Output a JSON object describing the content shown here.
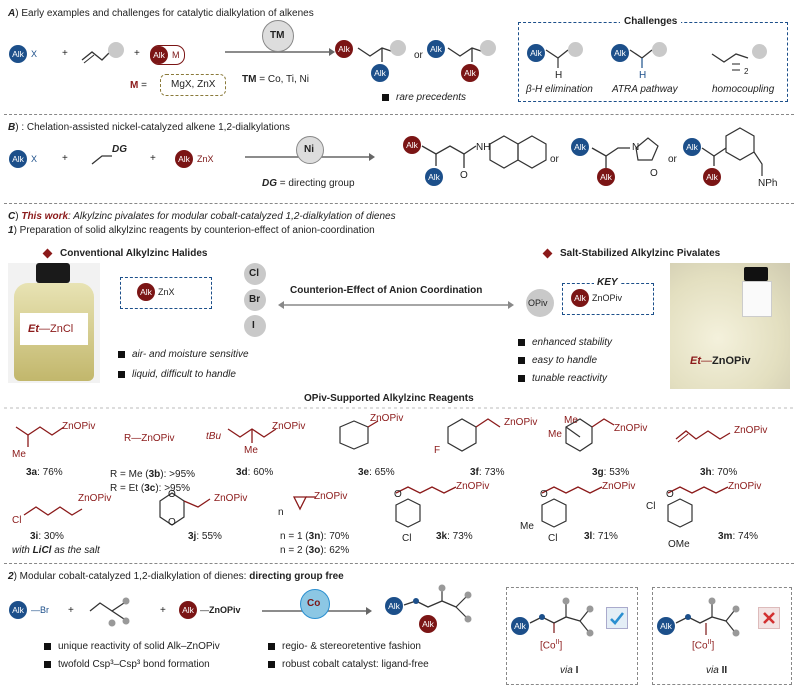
{
  "panelA": {
    "tag": "A",
    "title": ") Early examples and challenges for catalytic dialkylation of alkenes",
    "alk": "Alk",
    "x": "X",
    "m": "M",
    "plus": "+",
    "m_def_prefix": "M",
    "m_def_eq": "=",
    "m_def_options": "MgX, ZnX",
    "catalyst": "TM",
    "tm_label": "TM",
    "tm_values": "= Co, Ti, Ni",
    "or": "or",
    "rare": "rare precedents",
    "challenges_title": "Challenges",
    "challenge_1": "β-H elimination",
    "challenge_2": "ATRA pathway",
    "challenge_3": "homocoupling",
    "h": "H",
    "sub2": "2"
  },
  "panelB": {
    "tag": "B",
    "title": ") : Chelation-assisted nickel-catalyzed alkene 1,2-dialkylations",
    "alk": "Alk",
    "x": "X",
    "dg": "DG",
    "znx": "ZnX",
    "plus": "+",
    "catalyst": "Ni",
    "dg_def_label": "DG",
    "dg_def_text": "= directing group",
    "or": "or",
    "o": "O",
    "n": "N",
    "h": "H",
    "nph": "NPh"
  },
  "panelC": {
    "tag": "C",
    "this_work": "This work",
    "title": ": Alkylzinc pivalates for modular cobalt-catalyzed 1,2-dialkylation of dienes",
    "step1_num": "1",
    "step1": ") Preparation of solid alkylzinc reagents by counterion-effect of anion-coordination",
    "conv_title": "Conventional Alkylzinc Halides",
    "salt_title": "Salt-Stabilized Alkylzinc Pivalates",
    "photo_left_label_et": "Et",
    "photo_left_label_rest": "ZnCl",
    "photo_right_label_et": "Et",
    "photo_right_label_rest": "ZnOPiv",
    "alk": "Alk",
    "znx": "ZnX",
    "znopiv": "ZnOPiv",
    "key": "KEY",
    "opiv": "OPiv",
    "halides": [
      "Cl",
      "Br",
      "I"
    ],
    "counterion_title": "Counterion-Effect of Anion Coordination",
    "conv_bullets": [
      "air- and moisture sensitive",
      "liquid, difficult to handle"
    ],
    "salt_bullets": [
      "enhanced stability",
      "easy to handle",
      "tunable reactivity"
    ],
    "reagents_title": "OPiv-Supported Alkylzinc Reagents",
    "reagents": [
      {
        "id": "3a",
        "yield": ": 76%"
      },
      {
        "id": "3d",
        "yield": ": 60%"
      },
      {
        "id": "3e",
        "yield": ": 65%"
      },
      {
        "id": "3f",
        "yield": ": 73%"
      },
      {
        "id": "3g",
        "yield": ": 53%"
      },
      {
        "id": "3h",
        "yield": ": 70%"
      },
      {
        "id": "3i",
        "yield": ": 30%"
      },
      {
        "id": "3j",
        "yield": ": 55%"
      },
      {
        "id": "3k",
        "yield": ": 73%"
      },
      {
        "id": "3l",
        "yield": ": 71%"
      },
      {
        "id": "3m",
        "yield": ": 74%"
      }
    ],
    "r_znopiv": "R—ZnOPiv",
    "r_me": "R = Me (",
    "r_me_id": "3b",
    "r_me_yield": "): >95%",
    "r_et": "R = Et (",
    "r_et_id": "3c",
    "r_et_yield": "): >95%",
    "n1": "n = 1 (",
    "n1_id": "3n",
    "n1_yield": "): 70%",
    "n2": "n = 2 (",
    "n2_id": "3o",
    "n2_yield": "): 62%",
    "licl_note_pre": "with ",
    "licl_note_salt": "LiCl",
    "licl_note_post": " as the salt",
    "me": "Me",
    "tbu": "tBu",
    "f": "F",
    "cl": "Cl",
    "ome": "OMe",
    "o": "O",
    "n": "n"
  },
  "panelC2": {
    "step2_num": "2",
    "step2": ") Modular cobalt-catalyzed 1,2-dialkylation of dienes: ",
    "step2_bold": "directing group free",
    "alk": "Alk",
    "br": "Br",
    "znopiv": "ZnOPiv",
    "plus": "+",
    "catalyst": "Co",
    "bullets_left": [
      "unique reactivity of solid Alk–ZnOPiv",
      "twofold Csp³–Csp³ bond formation"
    ],
    "bullets_right": [
      "regio- & stereoretentive fashion",
      "robust cobalt catalyst: ligand-free"
    ],
    "via1_pre": "via ",
    "via1": "I",
    "via2_pre": "via ",
    "via2": "II",
    "co_ii": "[Co",
    "co_ii_sup": "II",
    "co_ii_end": "]",
    "check_icon": "check-icon",
    "cross_icon": "cross-icon",
    "colors": {
      "blue": "#1c4f8a",
      "red": "#7b1515",
      "grey": "#c9c9c9",
      "check": "#2a8fd0",
      "cross": "#d23030"
    }
  }
}
